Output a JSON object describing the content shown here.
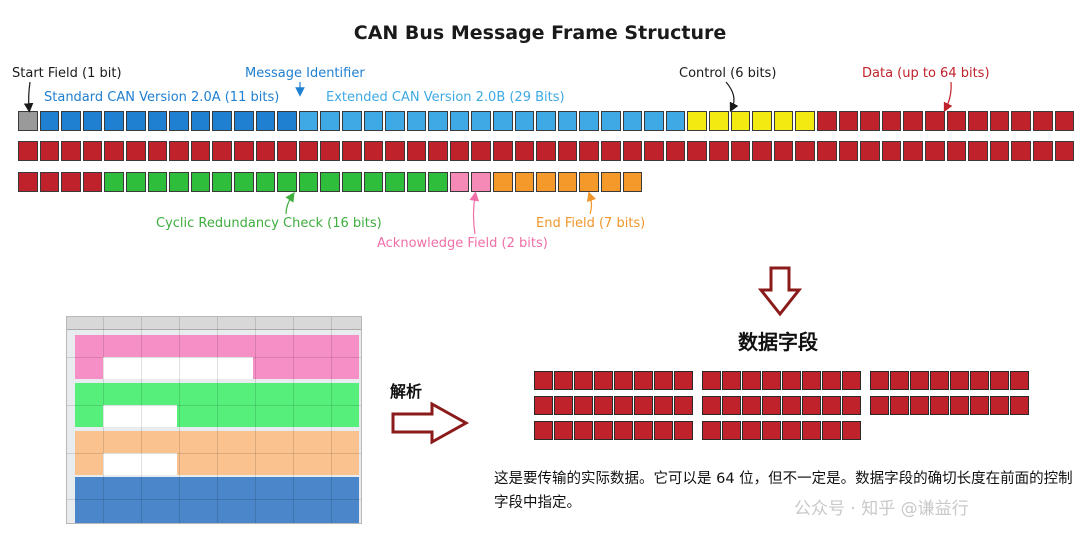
{
  "title": "CAN Bus Message Frame Structure",
  "labels": {
    "start_field": "Start Field (1 bit)",
    "message_identifier": "Message Identifier",
    "standard_can": "Standard CAN Version 2.0A (11 bits)",
    "extended_can": "Extended CAN Version 2.0B (29 Bits)",
    "control": "Control (6 bits)",
    "data": "Data (up to 64 bits)",
    "crc": "Cyclic Redundancy Check (16 bits)",
    "ack": "Acknowledge Field (2 bits)",
    "end_field": "End Field (7 bits)"
  },
  "colors": {
    "start": "#9a9a9a",
    "standard_id": "#1f7fd1",
    "extended_id": "#3ea9e4",
    "control": "#f2ea10",
    "data": "#c0222b",
    "crc": "#2fbe3b",
    "ack": "#f48ab5",
    "end": "#f59a2a",
    "label_standard": "#1f7fd1",
    "label_extended": "#3ea9e4",
    "label_data": "#c0222b",
    "label_crc": "#3fae3f",
    "label_ack": "#f06fa8",
    "label_end": "#f0962a"
  },
  "frame_rows": [
    [
      {
        "type": "start",
        "count": 1
      },
      {
        "type": "standard_id",
        "count": 12
      },
      {
        "type": "extended_id",
        "count": 18
      },
      {
        "type": "control",
        "count": 6
      },
      {
        "type": "data",
        "count": 12
      }
    ],
    [
      {
        "type": "data",
        "count": 49
      }
    ],
    [
      {
        "type": "data",
        "count": 4
      },
      {
        "type": "crc",
        "count": 16
      },
      {
        "type": "ack",
        "count": 2
      },
      {
        "type": "end",
        "count": 7
      }
    ]
  ],
  "parse_label": "解析",
  "data_field_heading": "数据字段",
  "data_field_groups": [
    [
      8,
      8,
      8
    ],
    [
      8,
      8,
      8
    ],
    [
      8,
      8
    ]
  ],
  "description": "这是要传输的实际数据。它可以是 64 位，但不一定是。数据字段的确切长度在前面的控制字段中指定。",
  "watermark": "公众号 · 知乎 @谦益行",
  "thumbnail": {
    "bands": [
      "#f78fc7",
      "#57ef7c",
      "#f9c28f",
      "#4a86c9"
    ]
  }
}
